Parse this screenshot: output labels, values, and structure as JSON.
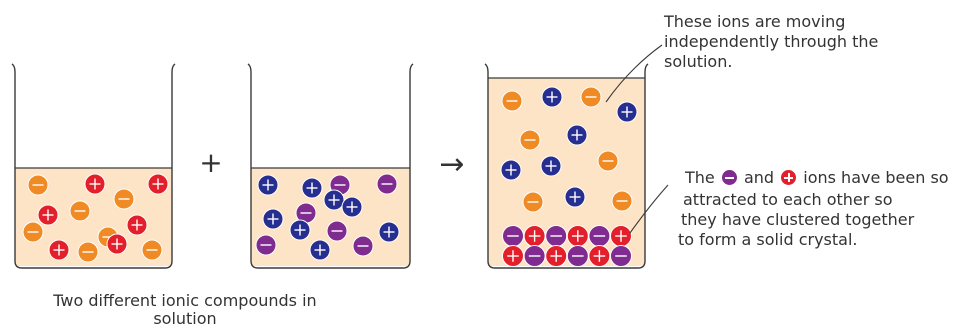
{
  "colors": {
    "solution": "#fde4c6",
    "beaker_outline": "#3a3a3a",
    "orange_ion": "#f08a24",
    "red_ion": "#e31f2b",
    "blue_ion": "#262e8f",
    "purple_ion": "#7f2b8f",
    "text": "#333333"
  },
  "icons": {
    "orange": "orange-negative-ion-icon",
    "red": "red-positive-ion-icon",
    "blue": "blue-positive-ion-icon",
    "purple": "purple-negative-ion-icon"
  },
  "operators": {
    "plus": "+",
    "arrow": "→"
  },
  "labels": {
    "caption_line1": "Two different ionic compounds in",
    "caption_line2": "solution",
    "top_callout_line1": "These ions are moving",
    "top_callout_line2": "independently through the",
    "top_callout_line3": "solution.",
    "right_callout_line1_a": "The",
    "right_callout_line1_b": "and",
    "right_callout_line1_c": "ions have been so",
    "right_callout_line2": "attracted to each other so",
    "right_callout_line3": "they have clustered together",
    "right_callout_line4": "to form a solid crystal."
  }
}
